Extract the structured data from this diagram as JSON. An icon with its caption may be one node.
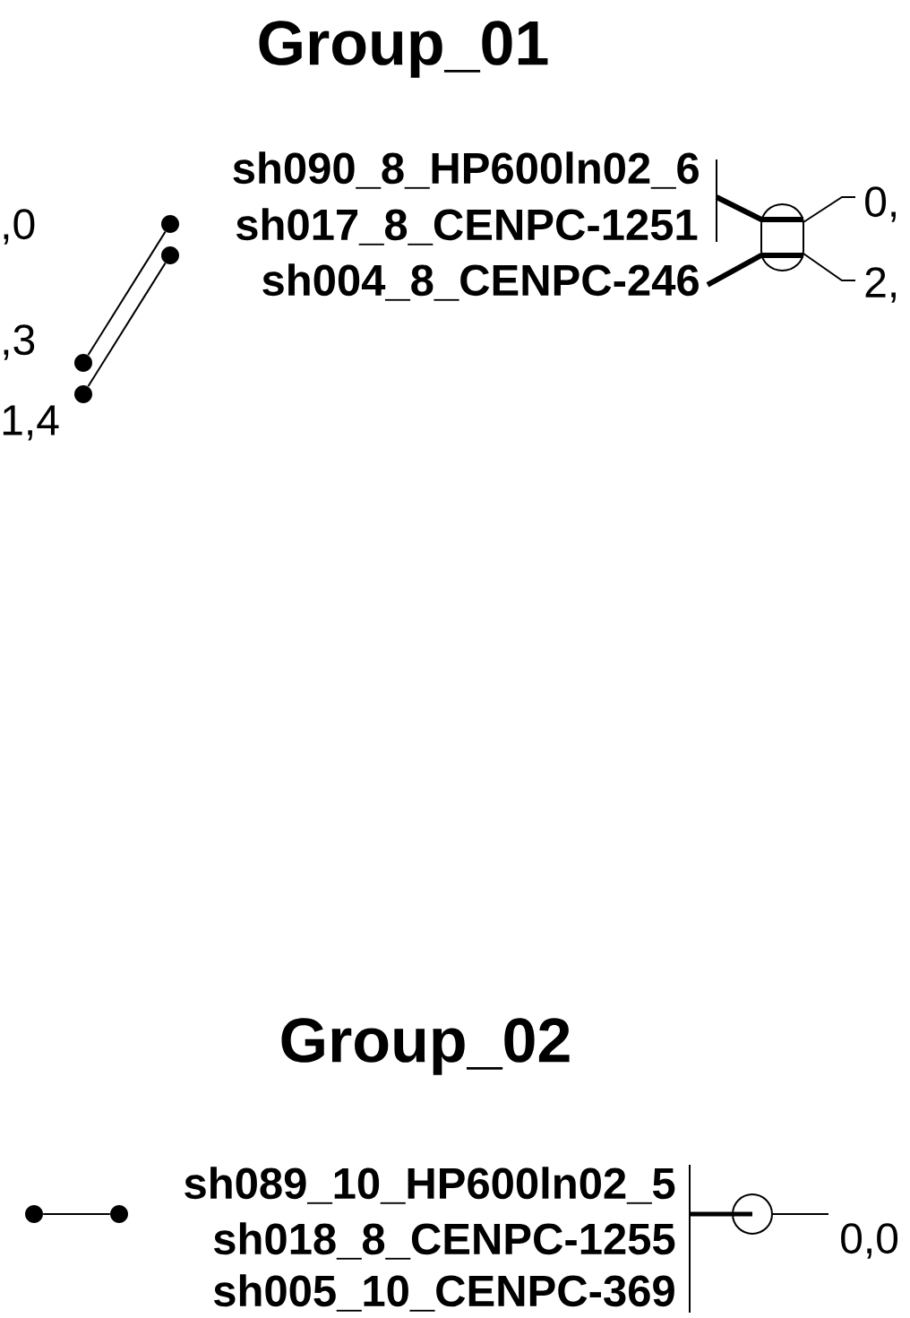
{
  "diagram": {
    "nodes": [
      {
        "text": [],
        "shape": "circle"
      },
      {
        "text": [],
        "shape": "circle"
      },
      {
        "text": [],
        "shape": "circle"
      },
      {
        "text": [],
        "shape": "circle"
      },
      {
        "text": [],
        "shape": "circle"
      },
      {
        "text": [],
        "shape": "circle"
      }
    ],
    "edges": [
      {
        "from": 2,
        "to": 0,
        "arrow": "none"
      },
      {
        "from": 3,
        "to": 1,
        "arrow": "none"
      },
      {
        "from": 4,
        "to": 5,
        "arrow": "none"
      }
    ],
    "labels": [
      "Group_01",
      ",0",
      "sh090_8_HP600ln02_6",
      "0,",
      "sh017_8_CENPC-1251",
      "sh004_8_CENPC-246",
      "2,",
      ",3",
      "1,4",
      "Group_02",
      "sh089_10_HP600ln02_5",
      "sh018_8_CENPC-1255",
      "0,0",
      "sh005_10_CENPC-369"
    ]
  }
}
